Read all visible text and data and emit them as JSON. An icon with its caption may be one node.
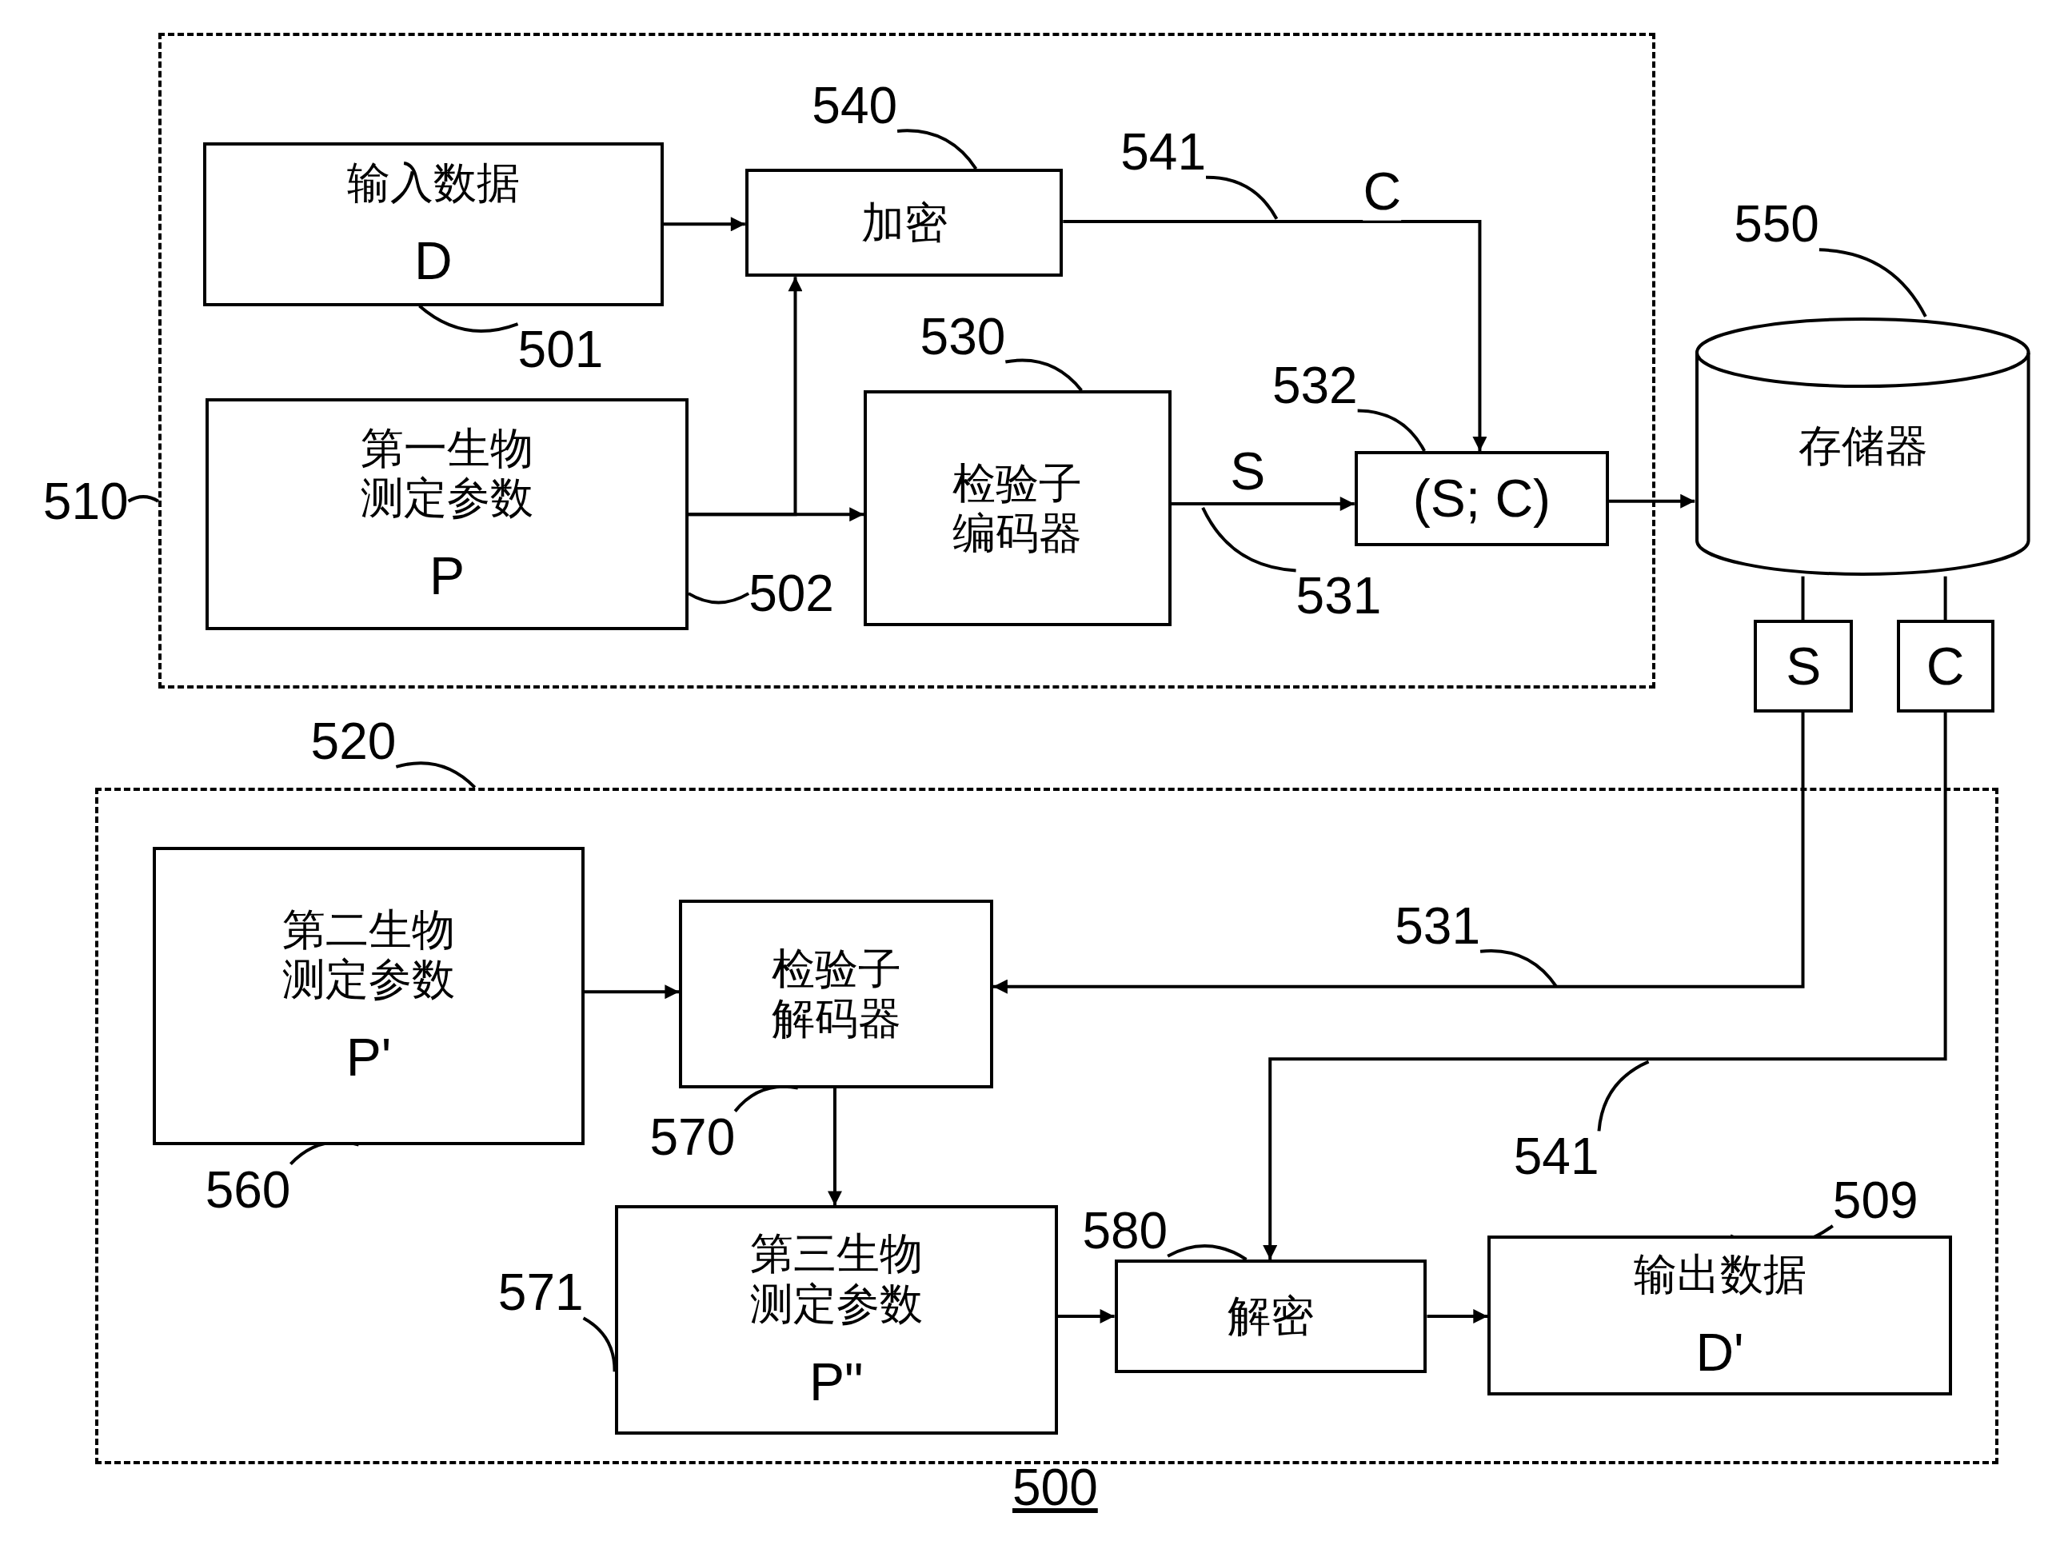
{
  "diagram": {
    "nodes": [
      {
        "text": [],
        "shape": "box"
      },
      {
        "text": [
          "输入数据",
          "D"
        ],
        "in": 0
      },
      {
        "text": [
          "加密"
        ],
        "in": 0
      },
      {
        "text": [
          "第一生物测定参数",
          "P"
        ],
        "in": 0
      },
      {
        "text": [
          "检验子编码器"
        ],
        "in": 0
      },
      {
        "text": [
          "(S; C)"
        ],
        "in": 0
      },
      {
        "text": [
          "存储器"
        ]
      },
      {
        "text": [
          "S"
        ]
      },
      {
        "text": [
          "C"
        ]
      },
      {
        "text": [],
        "shape": "box"
      },
      {
        "text": [
          "第二生物测定参数",
          "P'"
        ],
        "in": 9
      },
      {
        "text": [
          "检验子解码器"
        ],
        "in": 9
      },
      {
        "text": [
          "第三生物测定参数",
          "P\""
        ],
        "in": 9
      },
      {
        "text": [
          "解密"
        ],
        "in": 9
      },
      {
        "text": [
          "输出数据",
          "D'"
        ],
        "in": 9
      },
      {
        "text": [
          "510"
        ]
      },
      {
        "text": [
          "540"
        ],
        "in": 0
      },
      {
        "text": [
          "541"
        ],
        "in": 0
      },
      {
        "text": [
          "501"
        ],
        "in": 0
      },
      {
        "text": [
          "530"
        ],
        "in": 0
      },
      {
        "text": [
          "532"
        ],
        "in": 0
      },
      {
        "text": [
          "502"
        ],
        "in": 0
      },
      {
        "text": [
          "531"
        ],
        "in": 0
      },
      {
        "text": [
          "550"
        ]
      },
      {
        "text": [
          "520"
        ]
      },
      {
        "text": [
          "531"
        ],
        "in": 9
      },
      {
        "text": [
          "570"
        ],
        "in": 9
      },
      {
        "text": [
          "560"
        ],
        "in": 9
      },
      {
        "text": [
          "541"
        ],
        "in": 9
      },
      {
        "text": [
          "571"
        ],
        "in": 9
      },
      {
        "text": [
          "580"
        ],
        "in": 9
      },
      {
        "text": [
          "509"
        ],
        "in": 9
      }
    ],
    "edges": [
      {
        "from": 1,
        "to": 2,
        "arrow": "to"
      },
      {
        "from": 3,
        "to": 4,
        "arrow": "to"
      },
      {
        "from": 3,
        "to": 2,
        "arrow": "to"
      },
      {
        "from": 2,
        "to": 5,
        "arrow": "to",
        "label": "C"
      },
      {
        "from": 4,
        "to": 5,
        "arrow": "to",
        "label": "S"
      },
      {
        "from": 5,
        "to": 6,
        "arrow": "to"
      },
      {
        "from": 6,
        "to": 7,
        "arrow": "none"
      },
      {
        "from": 6,
        "to": 8,
        "arrow": "none"
      },
      {
        "from": 7,
        "to": 11,
        "arrow": "to"
      },
      {
        "from": 8,
        "to": 13,
        "arrow": "to"
      },
      {
        "from": 10,
        "to": 11,
        "arrow": "to"
      },
      {
        "from": 11,
        "to": 12,
        "arrow": "to"
      },
      {
        "from": 12,
        "to": 13,
        "arrow": "to"
      },
      {
        "from": 13,
        "to": 14,
        "arrow": "to"
      },
      {
        "from": 15,
        "to": 0,
        "arrow": "none"
      },
      {
        "from": 16,
        "to": 2,
        "arrow": "none"
      },
      {
        "from": 17,
        "to": null,
        "arrow": "none"
      },
      {
        "from": 18,
        "to": 1,
        "arrow": "none"
      },
      {
        "from": 19,
        "to": 4,
        "arrow": "none"
      },
      {
        "from": 20,
        "to": 5,
        "arrow": "none"
      },
      {
        "from": 21,
        "to": 3,
        "arrow": "none"
      },
      {
        "from": 22,
        "to": null,
        "arrow": "none"
      },
      {
        "from": 23,
        "to": 6,
        "arrow": "none"
      },
      {
        "from": 24,
        "to": 9,
        "arrow": "none"
      },
      {
        "from": 25,
        "to": null,
        "arrow": "none"
      },
      {
        "from": 26,
        "to": 11,
        "arrow": "none"
      },
      {
        "from": 27,
        "to": 10,
        "arrow": "none"
      },
      {
        "from": 28,
        "to": null,
        "arrow": "none"
      },
      {
        "from": 29,
        "to": 12,
        "arrow": "none"
      },
      {
        "from": 30,
        "to": 13,
        "arrow": "none"
      },
      {
        "from": 31,
        "to": 14,
        "arrow": "none"
      }
    ],
    "labels": [
      "500"
    ]
  }
}
